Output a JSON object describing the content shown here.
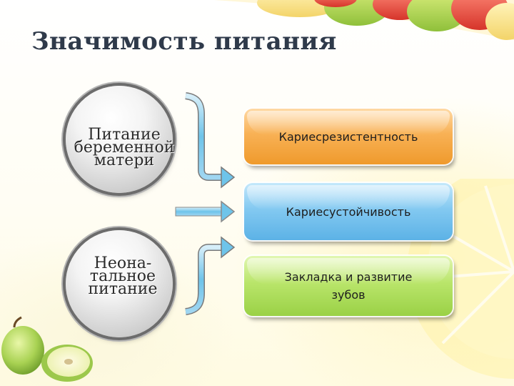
{
  "slide": {
    "title": "Значимость питания",
    "sources": [
      {
        "label": "Питание\nбеременной\nматери"
      },
      {
        "label": "Неона-\nтальное\nпитание"
      }
    ],
    "outcomes": [
      {
        "label": "Кариесрезистентность",
        "color": "#f4a340"
      },
      {
        "label": "Кариесустойчивость",
        "color": "#6dbdec"
      },
      {
        "label": "Закладка и развитие зубов",
        "color": "#a8da52"
      }
    ],
    "arrow_color": "#6ec4ea"
  }
}
